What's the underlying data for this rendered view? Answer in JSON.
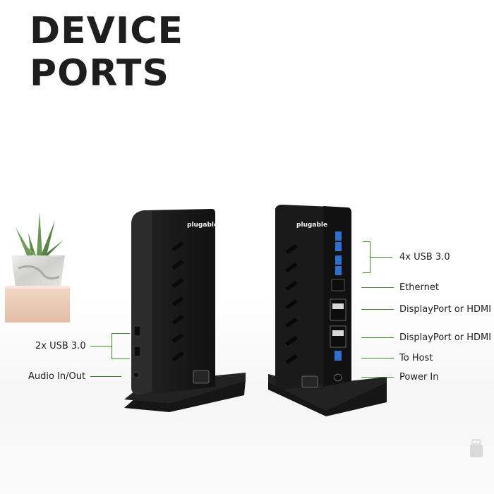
{
  "title": {
    "line1": "DEVICE",
    "line2": "PORTS"
  },
  "brand": "plugable",
  "left_labels": {
    "usb": "2x USB 3.0",
    "audio": "Audio In/Out"
  },
  "right_labels": {
    "usb": "4x USB 3.0",
    "ethernet": "Ethernet",
    "display1": "DisplayPort or HDMI",
    "display2": "DisplayPort or HDMI",
    "host": "To Host",
    "power": "Power In"
  },
  "colors": {
    "accent_line": "#3d8a2a",
    "device": "#1b1b1b",
    "usb_blue": "#2f6fd0",
    "text": "#1e1e1e"
  },
  "icons": [
    "plant-icon",
    "usb-icon"
  ]
}
